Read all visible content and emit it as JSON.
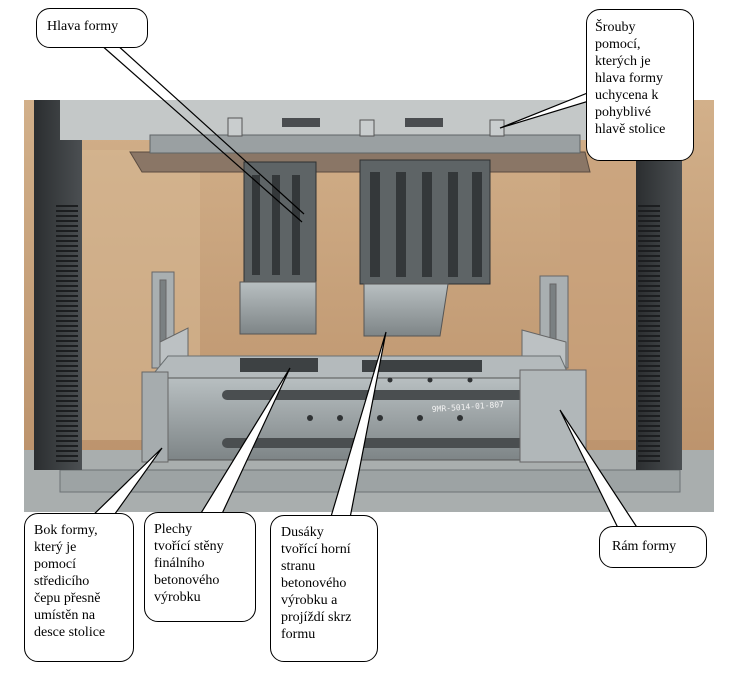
{
  "callouts": {
    "hlava_formy": "Hlava formy",
    "srouby": "Šrouby\npomocí,\nkterých je\nhlava formy\nuchycena k\npohyblivé\nhlavě stolice",
    "bok_formy": "Bok formy,\nkterý je\npomocí\nstředicího\nčepu přesně\numístěn na\ndesce stolice",
    "plechy": "Plechy\ntvořící stěny\nfinálního\nbetonového\nvýrobku",
    "dusaky": "Dusáky\ntvořící horní\nstranu\nbetonového\nvýrobku a\nprojíždí skrz\nformu",
    "ram_formy": "Rám formy"
  },
  "photo_text": {
    "marking": "9MR-5014-01-807"
  },
  "colors": {
    "wall": "#c9a47e",
    "machine_frame": "#3a3d40",
    "steel": "#8f9699",
    "steel_light": "#b4babc",
    "base_plate": "#9da3a4"
  }
}
